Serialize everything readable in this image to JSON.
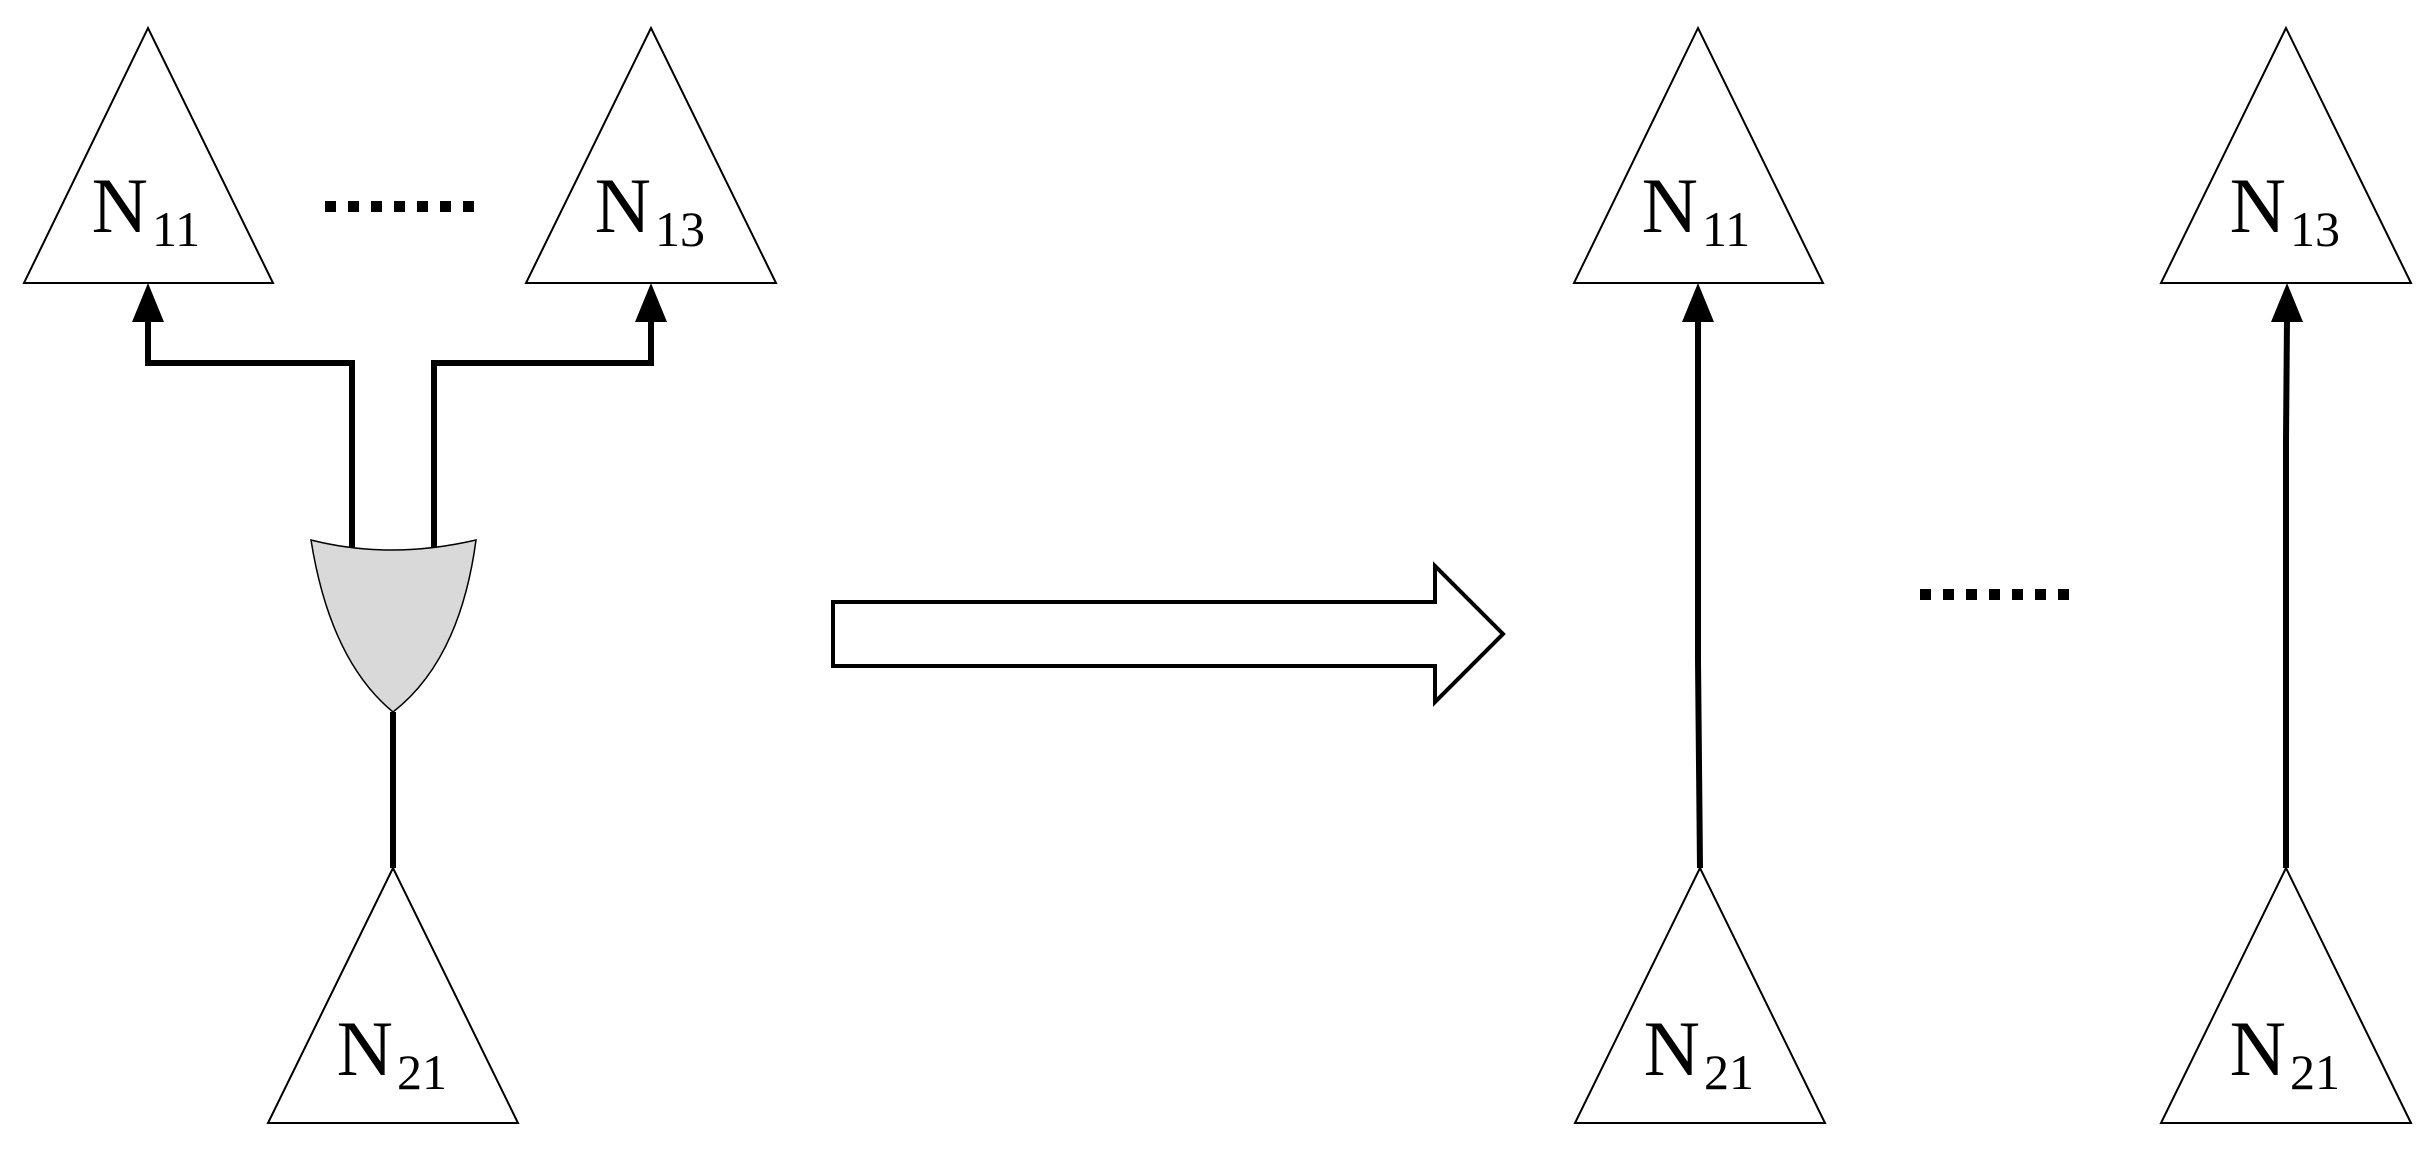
{
  "nodes": {
    "left_top_left": {
      "main": "N",
      "sub": "11"
    },
    "left_top_right": {
      "main": "N",
      "sub": "13"
    },
    "left_bottom": {
      "main": "N",
      "sub": "21"
    },
    "right_top_left": {
      "main": "N",
      "sub": "11"
    },
    "right_top_right": {
      "main": "N",
      "sub": "13"
    },
    "right_bottom_left": {
      "main": "N",
      "sub": "21"
    },
    "right_bottom_right": {
      "main": "N",
      "sub": "21"
    }
  },
  "colors": {
    "gate_fill": "#d9d9d9",
    "stroke": "#000000",
    "background": "#ffffff"
  }
}
